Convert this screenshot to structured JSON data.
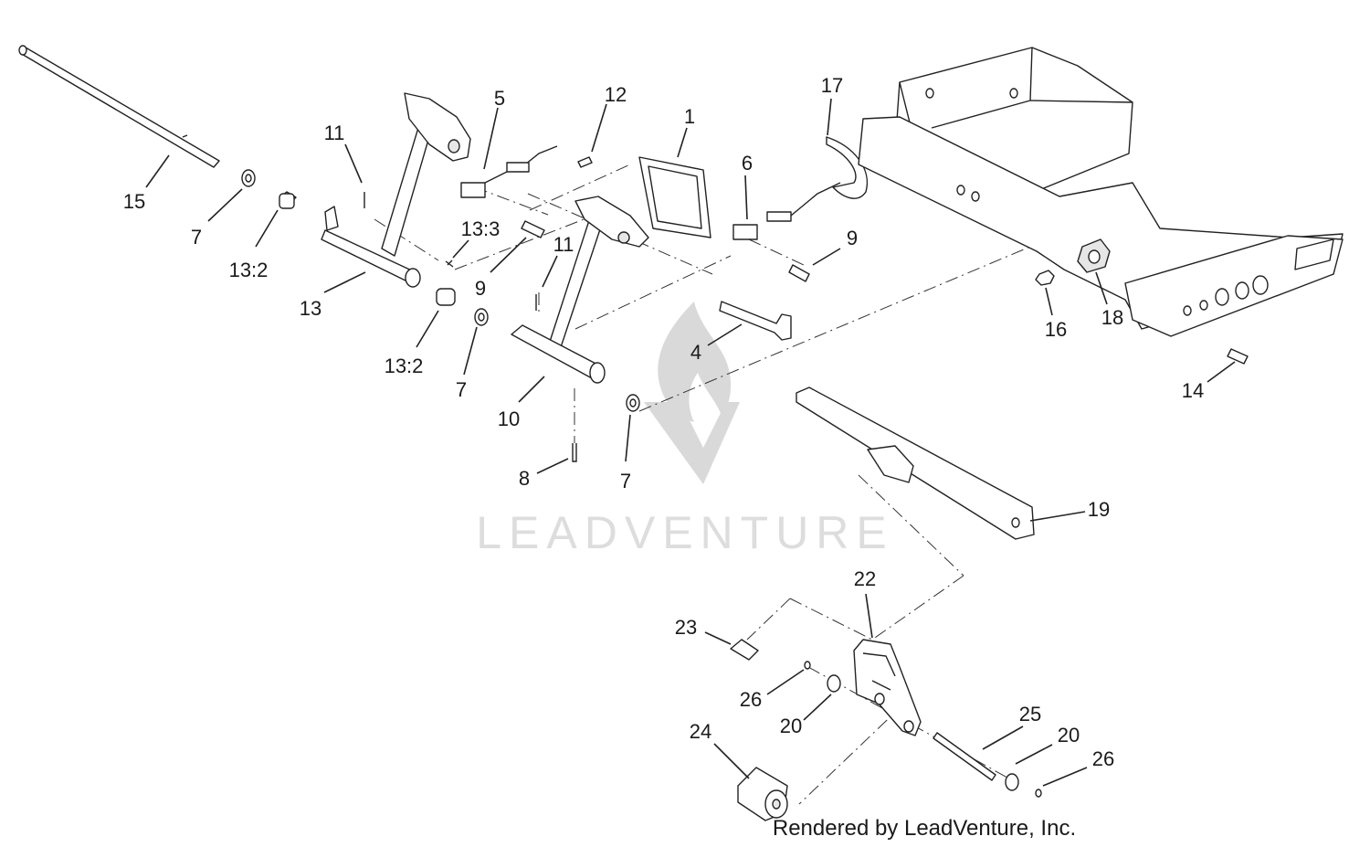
{
  "watermark": {
    "text": "LEADVENTURE"
  },
  "credit": "Rendered by LeadVenture, Inc.",
  "callouts": [
    {
      "id": "c15",
      "label": "15"
    },
    {
      "id": "c7a",
      "label": "7"
    },
    {
      "id": "c132a",
      "label": "13:2"
    },
    {
      "id": "c11a",
      "label": "11"
    },
    {
      "id": "c13",
      "label": "13"
    },
    {
      "id": "c5",
      "label": "5"
    },
    {
      "id": "c133",
      "label": "13:3"
    },
    {
      "id": "c12",
      "label": "12"
    },
    {
      "id": "c9a",
      "label": "9"
    },
    {
      "id": "c11b",
      "label": "11"
    },
    {
      "id": "c132b",
      "label": "13:2"
    },
    {
      "id": "c7b",
      "label": "7"
    },
    {
      "id": "c10",
      "label": "10"
    },
    {
      "id": "c8",
      "label": "8"
    },
    {
      "id": "c7c",
      "label": "7"
    },
    {
      "id": "c1",
      "label": "1"
    },
    {
      "id": "c6",
      "label": "6"
    },
    {
      "id": "c4",
      "label": "4"
    },
    {
      "id": "c17",
      "label": "17"
    },
    {
      "id": "c9b",
      "label": "9"
    },
    {
      "id": "c16",
      "label": "16"
    },
    {
      "id": "c18",
      "label": "18"
    },
    {
      "id": "c14",
      "label": "14"
    },
    {
      "id": "c19",
      "label": "19"
    },
    {
      "id": "c22",
      "label": "22"
    },
    {
      "id": "c23",
      "label": "23"
    },
    {
      "id": "c26a",
      "label": "26"
    },
    {
      "id": "c20a",
      "label": "20"
    },
    {
      "id": "c24",
      "label": "24"
    },
    {
      "id": "c25",
      "label": "25"
    },
    {
      "id": "c20b",
      "label": "20"
    },
    {
      "id": "c26b",
      "label": "26"
    }
  ]
}
